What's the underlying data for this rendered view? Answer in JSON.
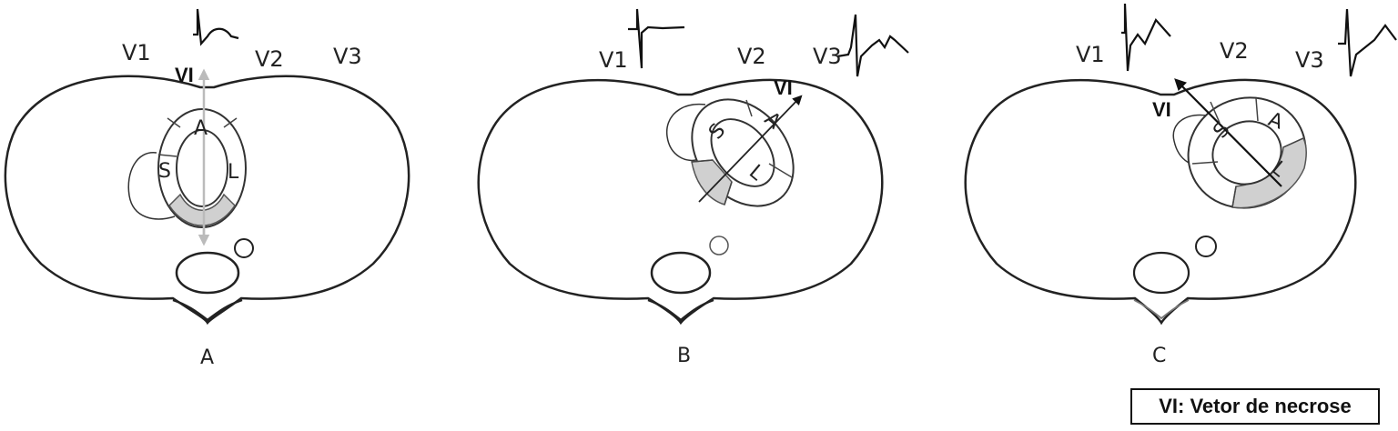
{
  "panels": [
    {
      "letter": "A",
      "leads": [
        "V1",
        "V2",
        "V3"
      ],
      "segments": [
        "A",
        "S",
        "L"
      ],
      "vector_label": "VI"
    },
    {
      "letter": "B",
      "leads": [
        "V1",
        "V2",
        "V3"
      ],
      "segments": [
        "S",
        "A",
        "L"
      ],
      "vector_label": "VI"
    },
    {
      "letter": "C",
      "leads": [
        "V1",
        "V2",
        "V3"
      ],
      "segments": [
        "S",
        "A",
        "L"
      ],
      "vector_label": "VI"
    }
  ],
  "legend": "VI: Vetor de necrose",
  "colors": {
    "outline": "#222222",
    "necrosis_fill": "#d0d0d0",
    "vector_A": "#bbbbbb",
    "vector_BC": "#111111"
  }
}
